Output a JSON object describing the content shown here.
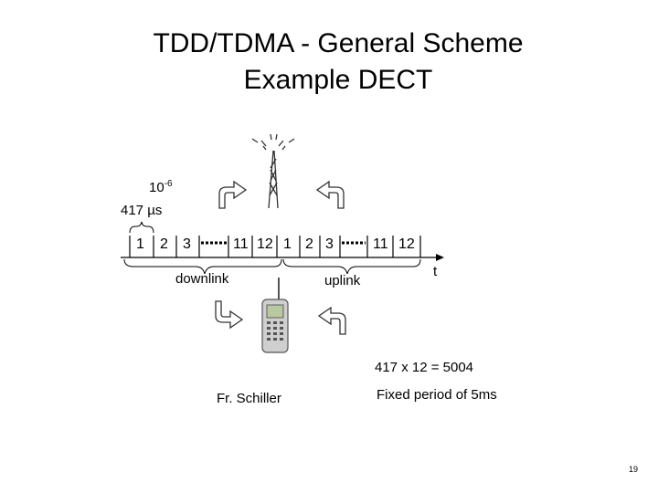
{
  "title": {
    "line1": "TDD/TDMA - General Scheme",
    "line2": "Example DECT"
  },
  "slot_duration": {
    "base": "10",
    "exponent": "-6",
    "value": "417 µs"
  },
  "frame": {
    "downlink_slots": [
      "1",
      "2",
      "3",
      "11",
      "12"
    ],
    "uplink_slots": [
      "1",
      "2",
      "3",
      "11",
      "12"
    ],
    "downlink_label": "downlink",
    "uplink_label": "uplink",
    "time_axis_label": "t"
  },
  "notes": {
    "calculation": "417 x 12 = 5004",
    "period": "Fixed period of 5ms"
  },
  "author": "Fr. Schiller",
  "page_number": "19",
  "icons": [
    "antenna-tower-icon",
    "mobile-phone-icon",
    "curved-arrow-icon"
  ]
}
